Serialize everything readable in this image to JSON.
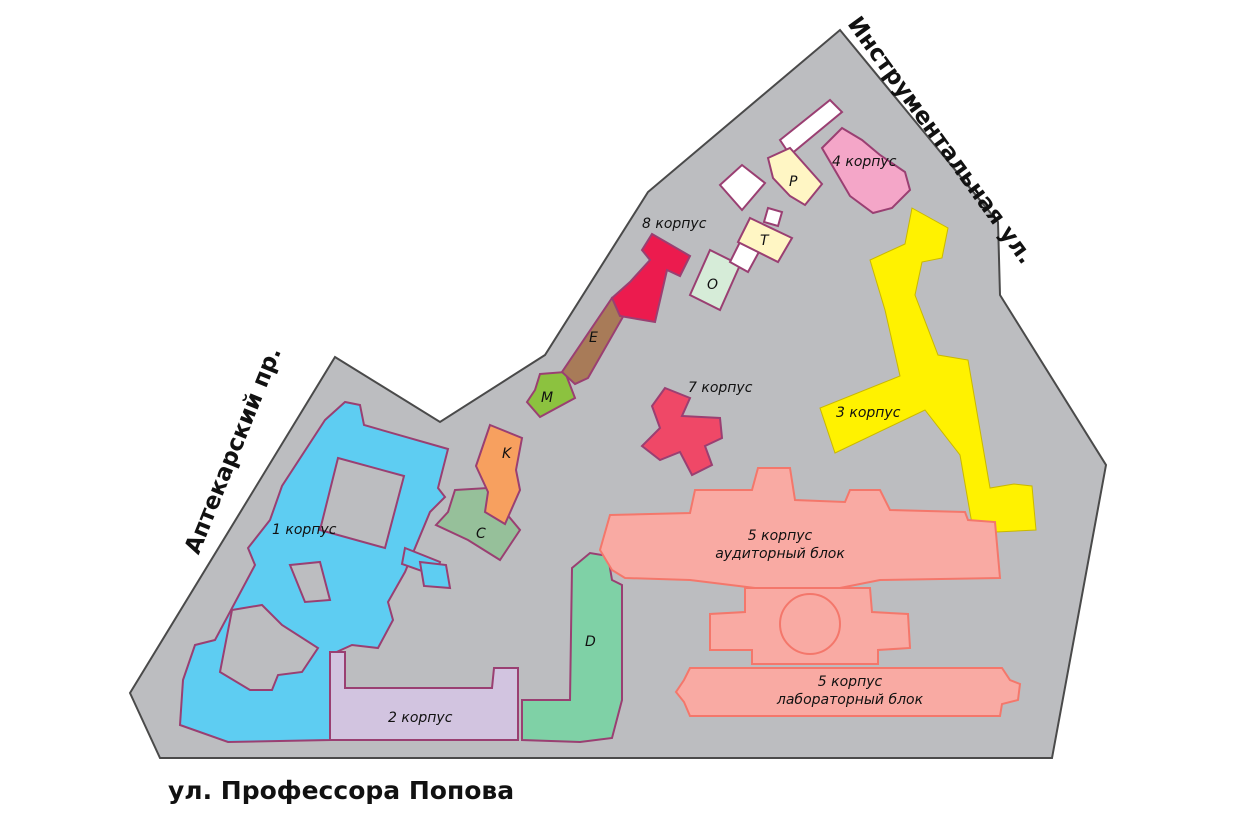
{
  "streets": {
    "bottom": "ул. Профессора Попова",
    "left": "Аптекарский пр.",
    "right": "Инструментальная ул."
  },
  "buildings": {
    "b1": "1 корпус",
    "b2": "2 корпус",
    "b3": "3 корпус",
    "b4": "4 корпус",
    "b5a_line1": "5 корпус",
    "b5a_line2": "аудиторный блок",
    "b5b_line1": "5 корпус",
    "b5b_line2": "лабораторный блок",
    "b7": "7 корпус",
    "b8": "8 корпус",
    "D": "D",
    "C": "C",
    "K": "K",
    "M": "M",
    "E": "E",
    "O": "O",
    "T": "T",
    "P": "P"
  },
  "colors": {
    "ground": "#bcbdc0",
    "b1": "#5ecdf2",
    "b2": "#d2c4e0",
    "b3": "#fff200",
    "b4": "#f4a6c8",
    "b5": "#f9aaa3",
    "b7": "#ef4867",
    "b8": "#ec1b4e",
    "D": "#7fd1a6",
    "C": "#96c09a",
    "K": "#f7a05f",
    "M": "#8cc23f",
    "E": "#a87b58",
    "O": "#d6ecd8",
    "T": "#fff6c4",
    "P": "#fff6c4",
    "white": "#ffffff",
    "outline": "#9a3f72",
    "outline5": "#f4776b"
  }
}
